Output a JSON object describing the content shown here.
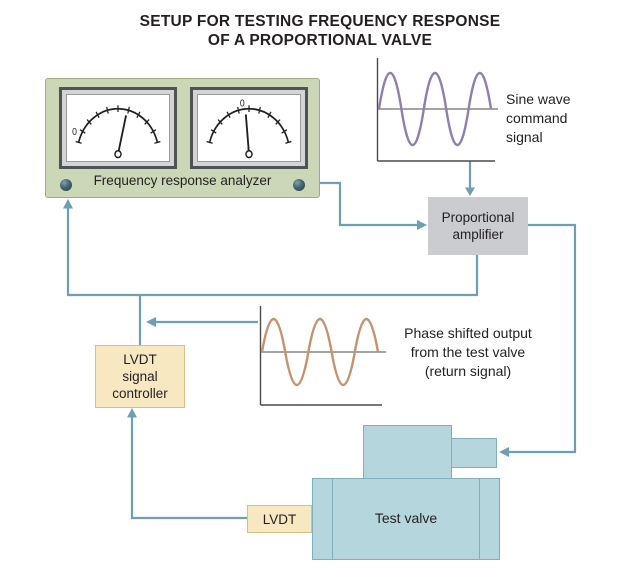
{
  "title": {
    "line1": "SETUP FOR TESTING FREQUENCY RESPONSE",
    "line2": "OF A PROPORTIONAL VALVE"
  },
  "analyzer": {
    "label": "Frequency response analyzer",
    "meters": [
      {
        "zero_label": "0"
      },
      {
        "zero_label": "0"
      }
    ]
  },
  "amplifier": {
    "lines": [
      "Proportional",
      "amplifier"
    ]
  },
  "command_signal_label": {
    "lines": [
      "Sine wave",
      "command",
      "signal"
    ]
  },
  "return_signal_label": {
    "lines": [
      "Phase shifted output",
      "from the test valve",
      "(return signal)"
    ]
  },
  "lvdt_controller": {
    "lines": [
      "LVDT",
      "signal",
      "controller"
    ]
  },
  "lvdt": {
    "label": "LVDT"
  },
  "test_valve": {
    "label": "Test valve"
  },
  "colors": {
    "line": "#6d9eb4",
    "command_wave": "#8e7fae",
    "return_wave": "#c4936f",
    "analyzer_bg": "#ccd7b8",
    "analyzer_border": "#9cad7d",
    "amplifier_bg": "#caccd0",
    "cream_bg": "#f7e8c2",
    "cream_border": "#d8c088",
    "valve_bg": "#b5d6dc",
    "valve_border": "#7faebd",
    "meter_frame": "#515254",
    "meter_bezel": "#d2d4d6",
    "axis": "#4a4a4b",
    "text": "#231f20"
  }
}
